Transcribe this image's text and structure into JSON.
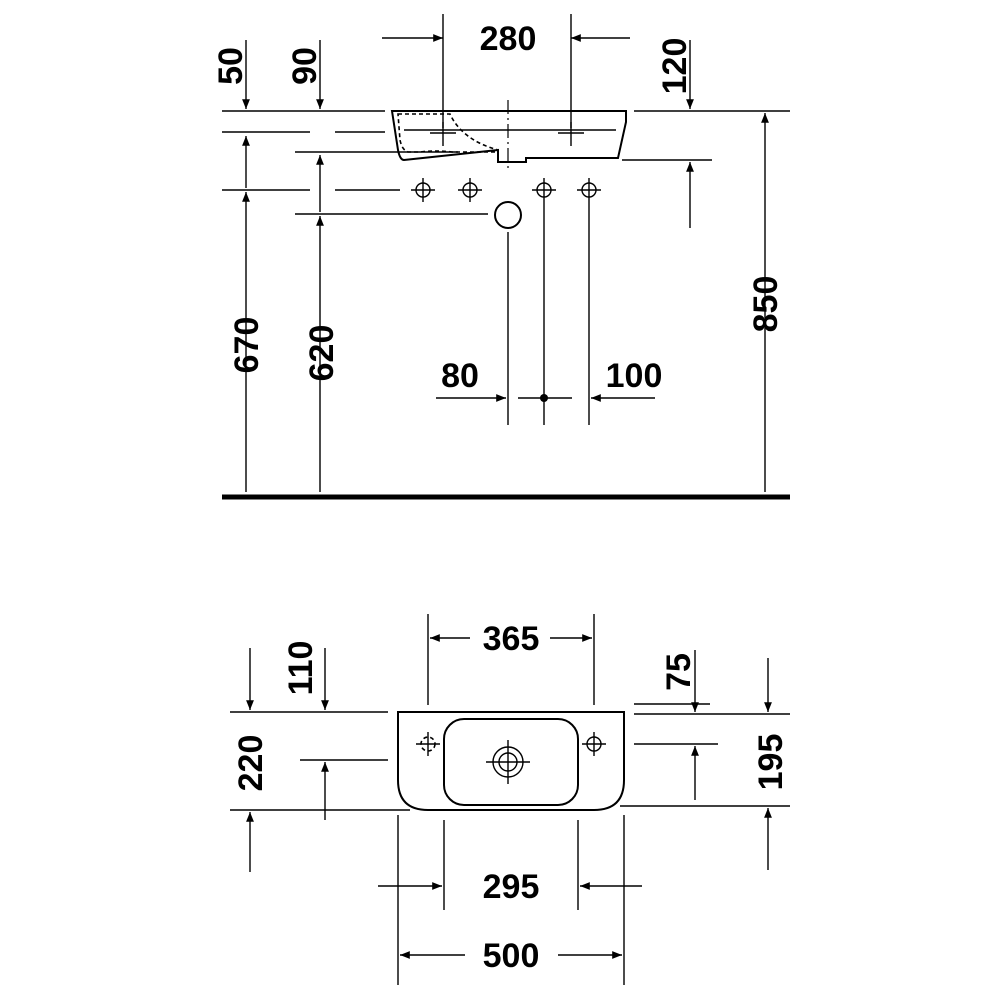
{
  "side_view": {
    "dim_top_center": "280",
    "dim_top_left_a": "50",
    "dim_top_left_b": "90",
    "dim_top_right": "120",
    "dim_height_left_a": "670",
    "dim_height_left_b": "620",
    "dim_height_right": "850",
    "dim_mid_left": "80",
    "dim_mid_right": "100"
  },
  "top_view": {
    "dim_top_center": "365",
    "dim_top_right": "75",
    "dim_left_a": "110",
    "dim_left_b": "220",
    "dim_right": "195",
    "dim_bottom_inner": "295",
    "dim_bottom_outer": "500"
  }
}
